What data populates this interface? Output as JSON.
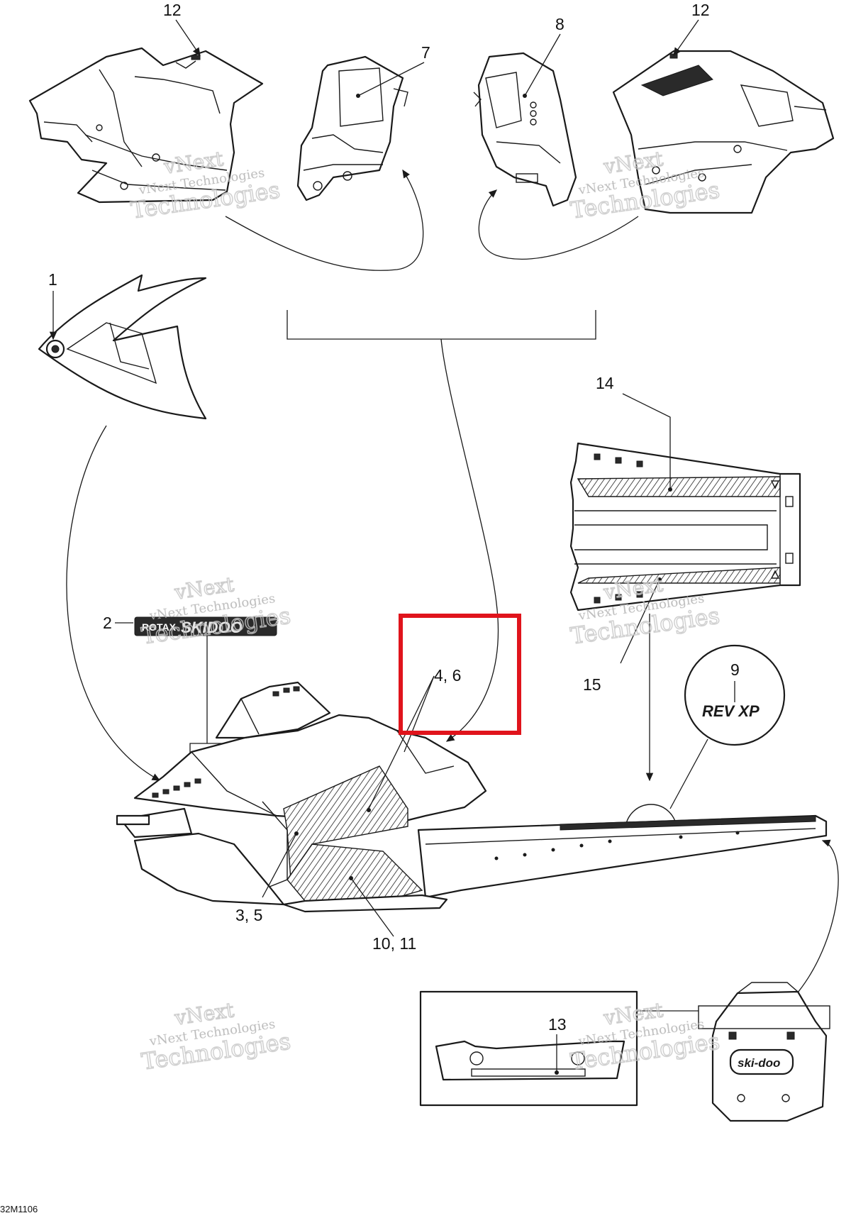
{
  "callouts": {
    "c12_left": "12",
    "c7": "7",
    "c8": "8",
    "c12_right": "12",
    "c1": "1",
    "c14": "14",
    "c2": "2",
    "c4_6": "4, 6",
    "c15": "15",
    "c9": "9",
    "c3_5": "3, 5",
    "c10_11": "10, 11",
    "c13": "13"
  },
  "decal_text": {
    "rotax": "ROTAX",
    "model": "SKIDOO",
    "rev": "REV XP",
    "brand": "ski-doo"
  },
  "watermark": {
    "line1": "vNext",
    "line2": "vNext Technologies",
    "line3": "Technologies"
  },
  "figure_ref": "32M1106",
  "highlight": {
    "color": "#e0141c",
    "target_callout": "4, 6"
  }
}
